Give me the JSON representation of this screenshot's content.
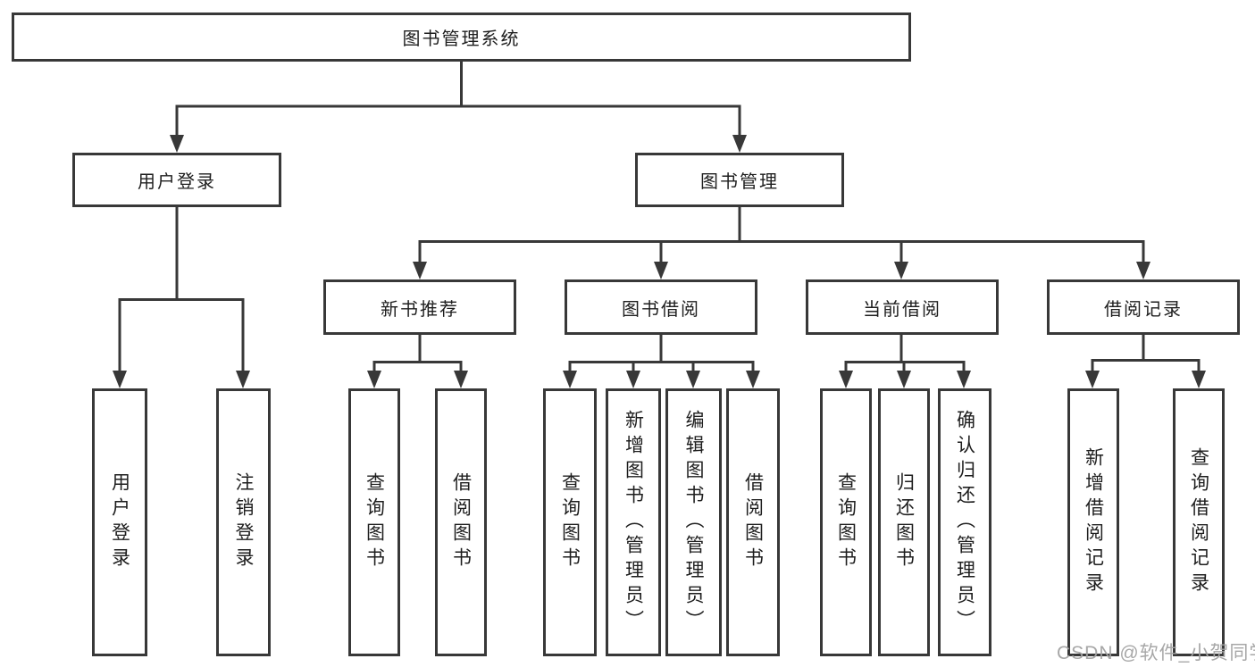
{
  "diagram": {
    "root": "图书管理系统",
    "level2": [
      "用户登录",
      "图书管理"
    ],
    "level3": [
      "新书推荐",
      "图书借阅",
      "当前借阅",
      "借阅记录"
    ],
    "leaves": {
      "user_login": [
        "用户登录",
        "注销登录"
      ],
      "new_book_recommendation": [
        "查询图书",
        "借阅图书"
      ],
      "book_borrowing": [
        "查询图书",
        "新增图书（管理员）",
        "编辑图书（管理员）",
        "借阅图书"
      ],
      "current_borrowing": [
        "查询图书",
        "归还图书",
        "确认归还（管理员）"
      ],
      "borrowing_records": [
        "新增借阅记录",
        "查询借阅记录"
      ]
    },
    "colors": {
      "line": "#383838",
      "text": "#1e1e1e",
      "background": "#ffffff",
      "watermark": "#a3a3a3"
    },
    "watermark": "CSDN @软件_小贺同学"
  }
}
